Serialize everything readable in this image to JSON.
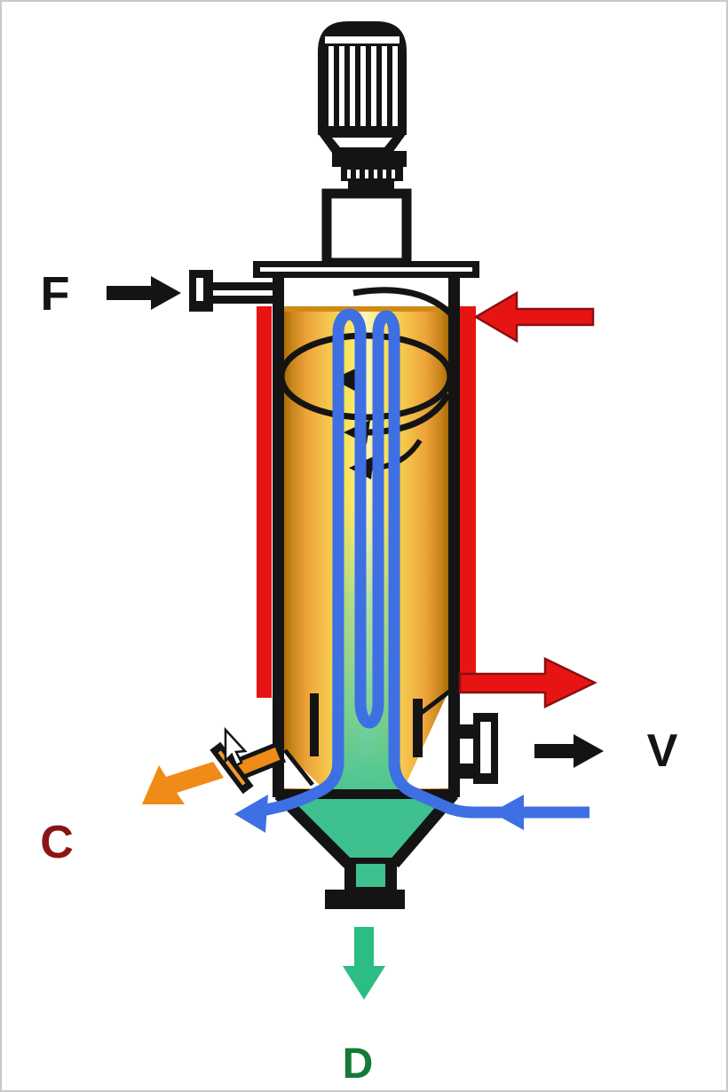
{
  "figure": {
    "labels": {
      "feed": "F",
      "vapor": "V",
      "condensate": "C",
      "discharge": "D"
    },
    "streams": {
      "feed_arrow": "black arrow pointing right into top-left nozzle",
      "heating_inlet_arrow": "red arrow pointing left into jacket top-right",
      "heating_outlet_arrow": "red arrow pointing right out of jacket bottom-right",
      "vapor_arrow": "black arrow pointing right from side nozzle",
      "coolant_inlet_arrow": "blue arrow pointing left into coil bottom-right",
      "coolant_outlet_arrow": "blue arrow pointing left out of coil bottom-left",
      "condensate_arrow": "orange arrow pointing down-left from drain valve",
      "discharge_arrow": "green arrow pointing down from bottom outlet"
    },
    "colors": {
      "background": "#ffffff",
      "frame": "#c9c9c9",
      "outline_black": "#141414",
      "jacket_red": "#e81414",
      "coil_blue": "#3e6fe3",
      "liquid_amber_edge": "#a96c08",
      "liquid_yellow": "#fae55e",
      "liquid_pale_center": "#fdf6bf",
      "bottoms_green": "#3fc08f",
      "discharge_arrow_green": "#2cbd85",
      "condensate_orange": "#ef8b16",
      "feed_label_color": "#141414",
      "vapor_label_color": "#141414",
      "condensate_label_color": "#8b1414",
      "discharge_label_color": "#157a35"
    }
  }
}
